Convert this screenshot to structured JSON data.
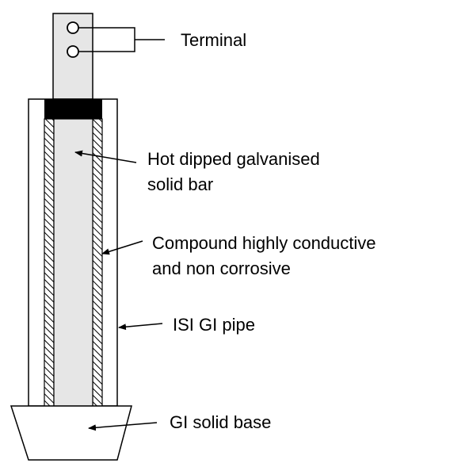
{
  "labels": {
    "terminal": "Terminal",
    "bar_line1": "Hot dipped galvanised",
    "bar_line2": "solid bar",
    "compound_line1": "Compound highly conductive",
    "compound_line2": "and non corrosive",
    "pipe": "ISI GI pipe",
    "base": "GI solid base"
  },
  "colors": {
    "line": "#000000",
    "bar_fill": "#e6e6e6",
    "background": "#ffffff"
  }
}
